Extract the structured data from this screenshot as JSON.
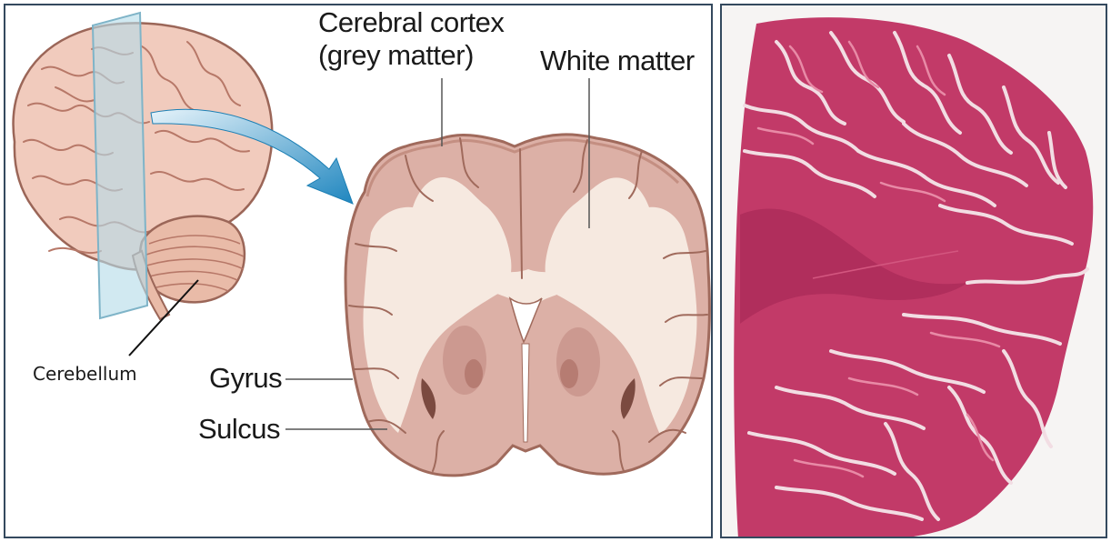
{
  "labels": {
    "cerebral_cortex_line1": "Cerebral cortex",
    "cerebral_cortex_line2": "(grey matter)",
    "white_matter": "White matter",
    "cerebellum": "Cerebellum",
    "gyrus": "Gyrus",
    "sulcus": "Sulcus"
  },
  "colors": {
    "panel_border": "#34495e",
    "brain_pink": "#f0c9bb",
    "brain_outline": "#a06a5c",
    "grey_matter": "#dcb0a6",
    "white_matter": "#f6e9e0",
    "arrow_blue": "#2a8fc4",
    "plane_blue": "#b5dbe8",
    "histology_magenta": "#c23a68",
    "histology_pale": "#e88aa6"
  }
}
